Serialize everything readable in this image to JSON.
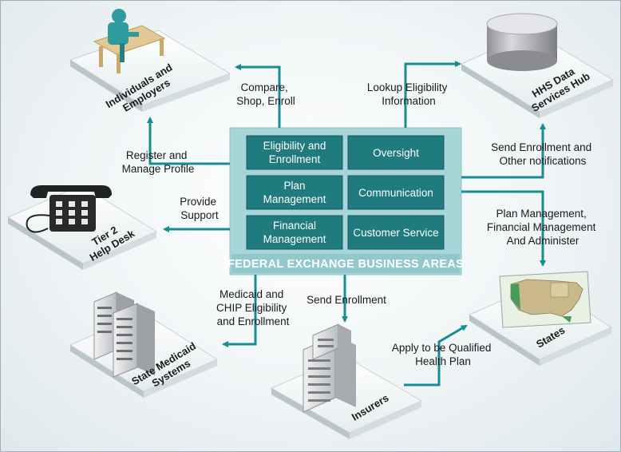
{
  "center": {
    "title": "FEDERAL EXCHANGE BUSINESS AREAS",
    "boxes": [
      {
        "line1": "Eligibility and",
        "line2": "Enrollment"
      },
      {
        "line1": "Oversight",
        "line2": ""
      },
      {
        "line1": "Plan",
        "line2": "Management"
      },
      {
        "line1": "Communication",
        "line2": ""
      },
      {
        "line1": "Financial",
        "line2": "Management"
      },
      {
        "line1": "Customer Service",
        "line2": ""
      }
    ]
  },
  "nodes": {
    "individuals": {
      "line1": "Individuals and",
      "line2": "Employers"
    },
    "hhs": {
      "line1": "HHS Data",
      "line2": "Services Hub"
    },
    "helpdesk": {
      "line1": "Tier 2",
      "line2": "Help Desk"
    },
    "medicaid": {
      "line1": "State Medicaid",
      "line2": "Systems"
    },
    "insurers": {
      "line1": "Insurers"
    },
    "states": {
      "line1": "States"
    }
  },
  "flows": {
    "compare": {
      "line1": "Compare,",
      "line2": "Shop, Enroll"
    },
    "register": {
      "line1": "Register and",
      "line2": "Manage Profile"
    },
    "support": {
      "line1": "Provide",
      "line2": "Support"
    },
    "medicaid": {
      "line1": "Medicaid and",
      "line2": "CHIP Eligibility",
      "line3": "and Enrollment"
    },
    "send_enrollment": {
      "line1": "Send Enrollment"
    },
    "lookup": {
      "line1": "Lookup Eligibility",
      "line2": "Information"
    },
    "notify": {
      "line1": "Send Enrollment and",
      "line2": "Other notifications"
    },
    "plan_mgmt": {
      "line1": "Plan Management,",
      "line2": "Financial Management",
      "line3": "And Administer"
    },
    "qualified": {
      "line1": "Apply to be Qualified",
      "line2": "Health Plan"
    }
  },
  "colors": {
    "accent": "#178c93",
    "box_fill": "#1f7b7e",
    "panel_fill": "#a8d6d8"
  }
}
